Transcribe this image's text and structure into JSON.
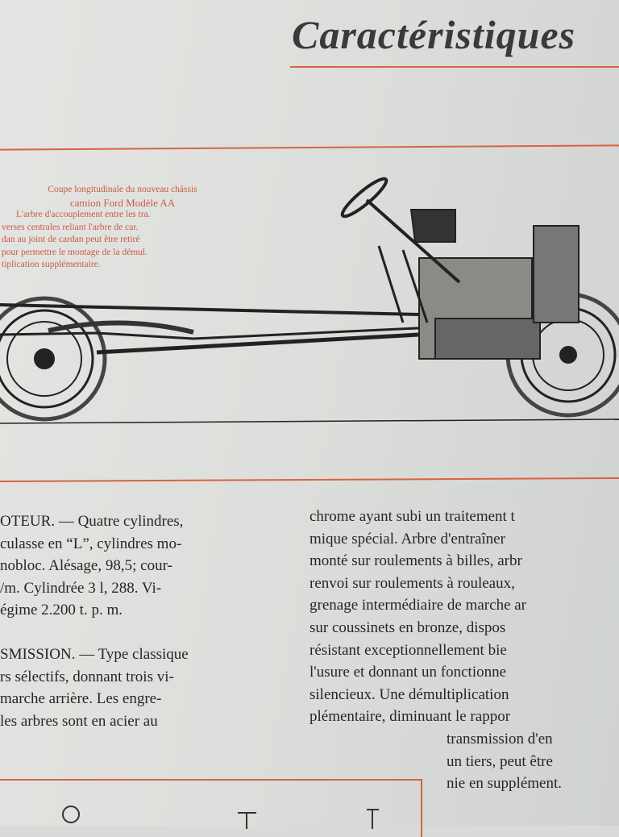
{
  "header": {
    "title": "Caractéristiques"
  },
  "figure": {
    "caption_lines": [
      "Coupe longitudinale du nouveau châssis",
      "camion Ford Modèle AA",
      "L'arbre d'accouplement entre les tra.",
      "verses centrales reliant l'arbre de car.",
      "dan au joint de cardan peut être retiré",
      "pour permettre le montage de la démul.",
      "tiplication supplémentaire."
    ],
    "accent_color": "#d9633f"
  },
  "left_column": {
    "moteur_lines": [
      "OTEUR. — Quatre cylindres,",
      "culasse en “L”, cylindres mo-",
      "nobloc. Alésage, 98,5; cour-",
      "/m. Cylindrée 3 l, 288. Vi-",
      "égime 2.200 t. p. m."
    ],
    "transmission_lines": [
      "SMISSION. — Type classique",
      "rs sélectifs, donnant trois vi-",
      " marche arrière. Les engre-",
      "les arbres sont en acier au"
    ]
  },
  "right_column": {
    "lines": [
      "chrome ayant subi un traitement t",
      "mique spécial. Arbre d'entraîner",
      "monté sur roulements à billes, arbr",
      "renvoi sur roulements à rouleaux,",
      "grenage intermédiaire de marche ar",
      "sur coussinets en bronze, dispos",
      "résistant exceptionnellement bie",
      "l'usure et donnant un fonctionne",
      "silencieux. Une démultiplication",
      "plémentaire, diminuant le rappor"
    ],
    "indented_lines": [
      "transmission d'en",
      "un tiers, peut être",
      "nie en supplément."
    ]
  }
}
